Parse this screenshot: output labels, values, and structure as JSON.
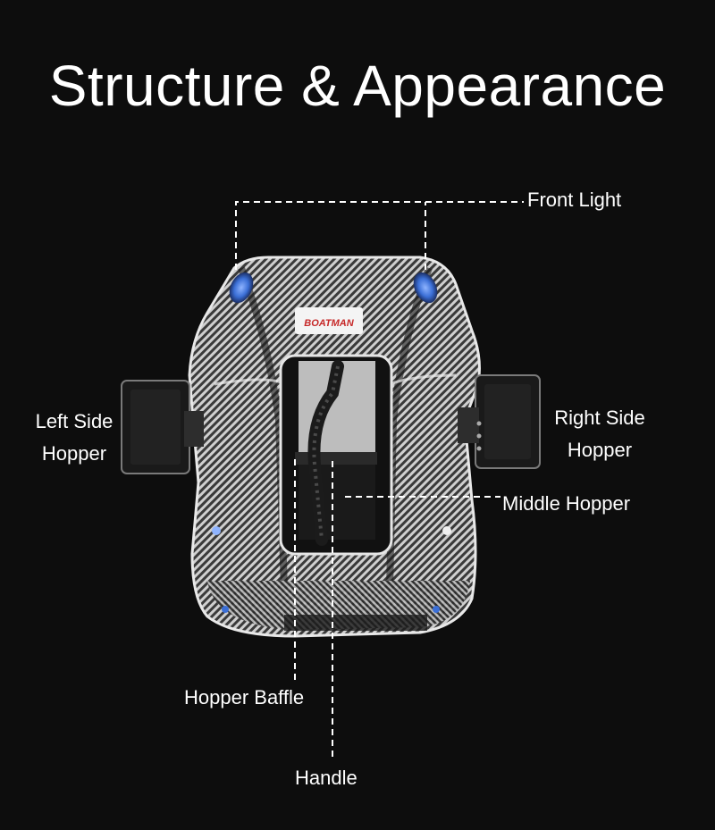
{
  "title": "Structure & Appearance",
  "brand_logo": "BOATMAN",
  "labels": {
    "front_light": "Front Light",
    "left_side_hopper": [
      "Left Side",
      "Hopper"
    ],
    "right_side_hopper": [
      "Right Side",
      "Hopper"
    ],
    "middle_hopper": "Middle Hopper",
    "hopper_baffle": "Hopper Baffle",
    "handle": "Handle"
  },
  "colors": {
    "background": "#0d0d0d",
    "text": "#ffffff",
    "hull": "#d9d9d9",
    "carbon_dark": "#2a2a2a",
    "light_blue": "#3b6fd6"
  }
}
